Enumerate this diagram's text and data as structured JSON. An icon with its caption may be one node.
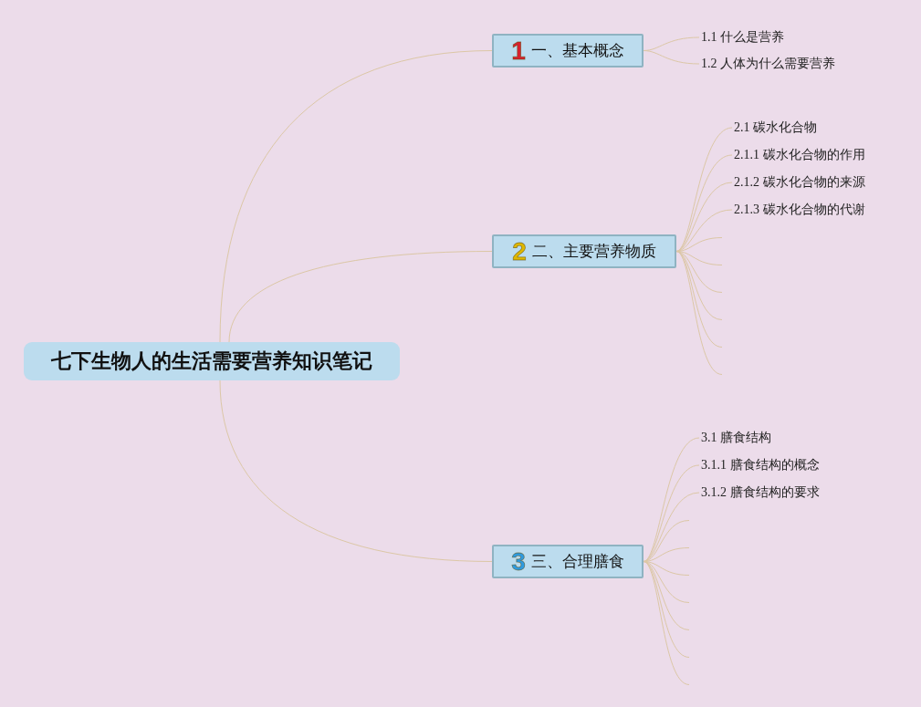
{
  "diagram": {
    "nodes": [
      {
        "text": [
          "七下生物人的生活需要营养知识笔记"
        ]
      },
      {
        "text": [
          "1",
          "一、基本概念"
        ]
      },
      {
        "text": [
          "1.1 什么是营养"
        ]
      },
      {
        "text": [
          "1.2 人体为什么需要营养"
        ]
      },
      {
        "text": [
          "2",
          "二、主要营养物质"
        ]
      },
      {
        "text": [
          "2.1 碳水化合物"
        ]
      },
      {
        "text": [
          "2.1.1 碳水化合物的作用"
        ]
      },
      {
        "text": [
          "2.1.2 碳水化合物的来源"
        ]
      },
      {
        "text": [
          "2.1.3 碳水化合物的代谢"
        ]
      },
      {
        "text": [
          "3",
          "三、合理膳食"
        ]
      },
      {
        "text": [
          "3.1 膳食结构"
        ]
      },
      {
        "text": [
          "3.1.1 膳食结构的概念"
        ]
      },
      {
        "text": [
          "3.1.2 膳食结构的要求"
        ]
      }
    ],
    "edges": [
      {
        "from": 0,
        "to": 1,
        "arrow": "none"
      },
      {
        "from": 0,
        "to": 4,
        "arrow": "none"
      },
      {
        "from": 0,
        "to": 9,
        "arrow": "none"
      },
      {
        "from": 1,
        "to": 2,
        "arrow": "none"
      },
      {
        "from": 1,
        "to": 3,
        "arrow": "none"
      },
      {
        "from": 4,
        "to": 5,
        "arrow": "none"
      },
      {
        "from": 4,
        "to": 6,
        "arrow": "none"
      },
      {
        "from": 4,
        "to": 7,
        "arrow": "none"
      },
      {
        "from": 4,
        "to": 8,
        "arrow": "none"
      },
      {
        "from": 4,
        "to": null,
        "arrow": "none"
      },
      {
        "from": 4,
        "to": null,
        "arrow": "none"
      },
      {
        "from": 4,
        "to": null,
        "arrow": "none"
      },
      {
        "from": 4,
        "to": null,
        "arrow": "none"
      },
      {
        "from": 4,
        "to": null,
        "arrow": "none"
      },
      {
        "from": 4,
        "to": null,
        "arrow": "none"
      },
      {
        "from": 9,
        "to": 10,
        "arrow": "none"
      },
      {
        "from": 9,
        "to": 11,
        "arrow": "none"
      },
      {
        "from": 9,
        "to": 12,
        "arrow": "none"
      },
      {
        "from": 9,
        "to": null,
        "arrow": "none"
      },
      {
        "from": 9,
        "to": null,
        "arrow": "none"
      },
      {
        "from": 9,
        "to": null,
        "arrow": "none"
      },
      {
        "from": 9,
        "to": null,
        "arrow": "none"
      },
      {
        "from": 9,
        "to": null,
        "arrow": "none"
      },
      {
        "from": 9,
        "to": null,
        "arrow": "none"
      },
      {
        "from": 9,
        "to": null,
        "arrow": "none"
      }
    ]
  }
}
